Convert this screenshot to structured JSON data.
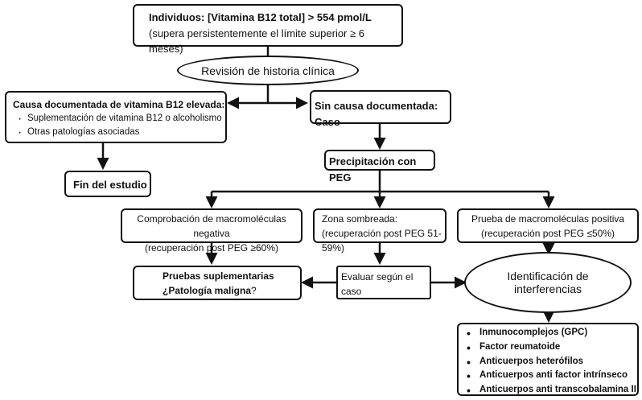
{
  "top": {
    "line1": "Individuos: [Vitamina B12 total] > 554 pmol/L",
    "line2": "(supera persistentemente el límite superior ≥ 6 meses)"
  },
  "review": "Revisión de historia clínica",
  "documented": {
    "title": "Causa documentada de vitamina B12 elevada:",
    "items": [
      "Suplementación de vitamina B12 o alcoholismo",
      "Otras patologías asociadas"
    ]
  },
  "no_cause": "Sin causa documentada: Caso",
  "end_study": "Fin del estudio",
  "peg": "Precipitación con PEG",
  "negative": {
    "line1": "Comprobación de macromoléculas negativa",
    "line2": "(recuperación post PEG ≥60%)"
  },
  "shaded": {
    "line1": "Zona sombreada:",
    "line2": "(recuperación post PEG 51-59%)"
  },
  "positive": {
    "line1": "Prueba de macromoléculas positiva",
    "line2": "(recuperación post PEG ≤50%)"
  },
  "supplementary": {
    "line1": "Pruebas suplementarias",
    "line2_bold": "¿Patología maligna",
    "line2_end": "?"
  },
  "evaluate": "Evaluar según el caso",
  "identification": {
    "line1": "Identificación de",
    "line2": "interferencias"
  },
  "interferences": [
    "Inmunocomplejos (GPC)",
    "Factor reumatoide",
    "Anticuerpos heterófilos",
    "Anticuerpos anti factor intrínseco",
    "Anticuerpos anti transcobalamina II"
  ]
}
